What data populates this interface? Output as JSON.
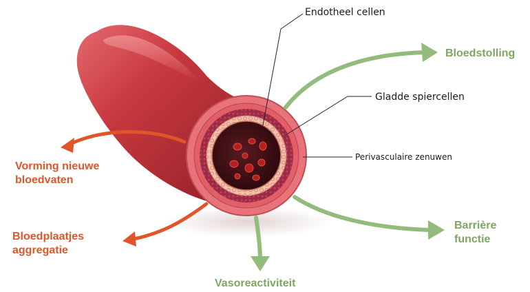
{
  "callouts": {
    "endothelial": "Endotheel cellen",
    "smooth_muscle": "Gladde spiercellen",
    "perivascular": "Perivasculaire zenuwen"
  },
  "functions": {
    "vessel_formation": [
      "Vorming nieuwe",
      "bloedvaten"
    ],
    "platelet_aggregation": [
      "Bloedplaatjes",
      "aggregatie"
    ],
    "coagulation": "Bloedstolling",
    "barrier": [
      "Barrière",
      "functie"
    ],
    "vasoreactivity": "Vasoreactiviteit"
  },
  "colors": {
    "vessel_dark": "#8e1e25",
    "vessel_mid": "#c8383f",
    "vessel_light": "#e46a6e",
    "lumen": "#3a0f14",
    "orange_arrow": "#e0552a",
    "green_arrow": "#93bb7c"
  }
}
